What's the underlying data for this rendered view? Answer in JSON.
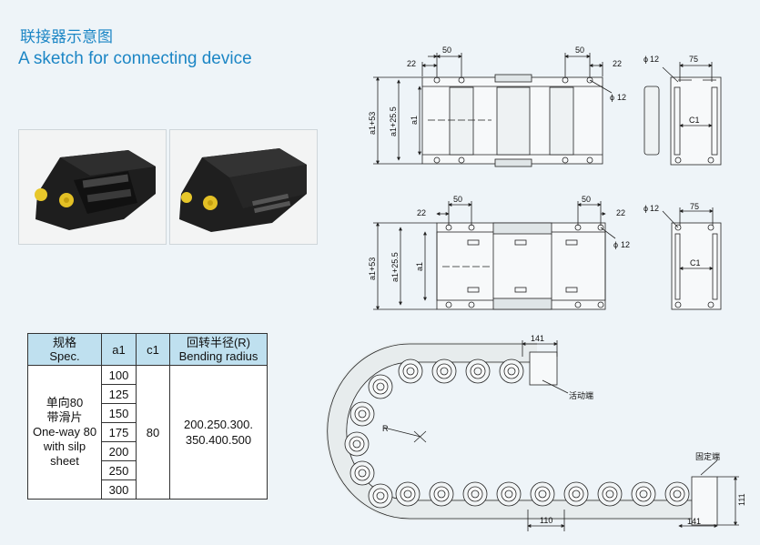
{
  "header": {
    "title_cn": "联接器示意图",
    "title_en": "A sketch for connecting device"
  },
  "table": {
    "headers": [
      {
        "cn": "规格",
        "en": "Spec."
      },
      {
        "label": "a1"
      },
      {
        "label": "c1"
      },
      {
        "cn": "回转半径(R)",
        "en": "Bending radius"
      }
    ],
    "spec": [
      "单向80",
      "带滑片",
      "One-way 80",
      "with silp",
      "sheet"
    ],
    "a1_values": [
      "100",
      "125",
      "150",
      "175",
      "200",
      "250",
      "300"
    ],
    "c1_value": "80",
    "radius": [
      "200.250.300.",
      "350.400.500"
    ]
  },
  "drawing_top": {
    "dim_22": "22",
    "dim_50": "50",
    "dim_12": "12",
    "dim_a1_53": "a1+53",
    "dim_a1_25_5": "a1+25.5",
    "dim_a1": "a1",
    "dim_75": "75",
    "dim_c1": "C1",
    "phi": "ϕ"
  },
  "drawing_bottom": {
    "dim_22": "22",
    "dim_50": "50",
    "dim_12": "12",
    "dim_a1_53": "a1+53",
    "dim_a1_25_5": "a1+25.5",
    "dim_a1": "a1",
    "dim_75": "75",
    "dim_c1": "C1",
    "phi": "ϕ"
  },
  "chain_drawing": {
    "dim_141_top": "141",
    "dim_141_bottom": "141",
    "dim_110": "110",
    "dim_111": "111",
    "radius_label": "R",
    "moving_end": "活动端",
    "fixed_end": "固定端"
  }
}
